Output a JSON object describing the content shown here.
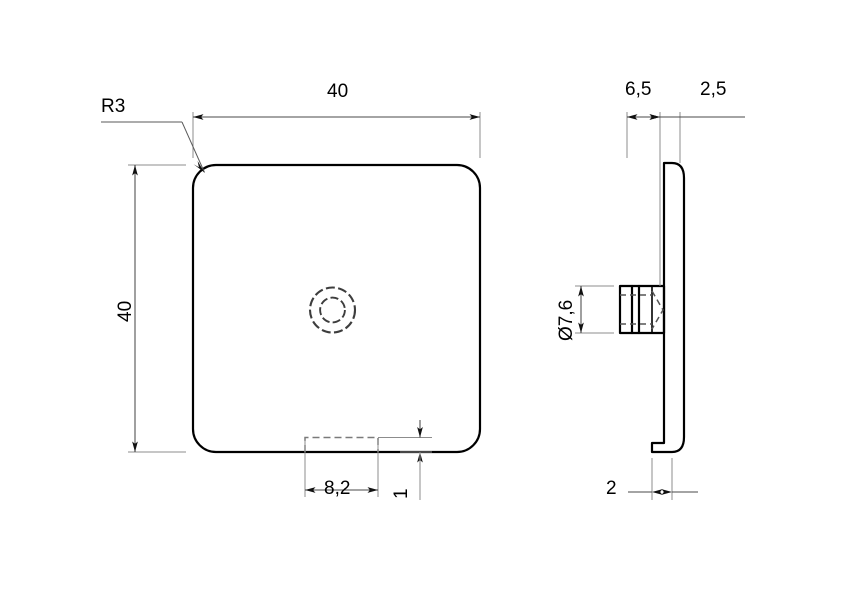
{
  "drawing": {
    "title": "Square cover cap technical drawing",
    "units_note": "",
    "line_color": "#000000",
    "dim_color": "#4a4a4a",
    "hidden_color": "#7a7a7a",
    "background": "#ffffff"
  },
  "front_view": {
    "name": "front-view",
    "shape": "rounded-square",
    "dimensions": {
      "width": {
        "label": "40",
        "value": 40
      },
      "height": {
        "label": "40",
        "value": 40
      },
      "corner_radius": {
        "label": "R3",
        "value": 3
      },
      "slot_width": {
        "label": "8,2",
        "value": 8.2
      },
      "slot_depth": {
        "label": "1",
        "value": 1
      }
    },
    "center_feature": {
      "name": "center-boss-circles",
      "outer_circle": "hidden",
      "inner_circle": "hidden"
    }
  },
  "side_view": {
    "name": "side-view",
    "dimensions": {
      "boss_length": {
        "label": "6,5",
        "value": 6.5
      },
      "plate_thickness_zone": {
        "label": "2,5",
        "value": 2.5
      },
      "boss_diameter": {
        "label": "Ø7,6",
        "value": 7.6
      },
      "lip_length": {
        "label": "2",
        "value": 2
      }
    }
  },
  "labels": {
    "radius": "R3",
    "width_40": "40",
    "height_40": "40",
    "slot_8_2": "8,2",
    "slot_1": "1",
    "side_6_5": "6,5",
    "side_2_5": "2,5",
    "diam_7_6": "Ø7,6",
    "side_2": "2"
  }
}
